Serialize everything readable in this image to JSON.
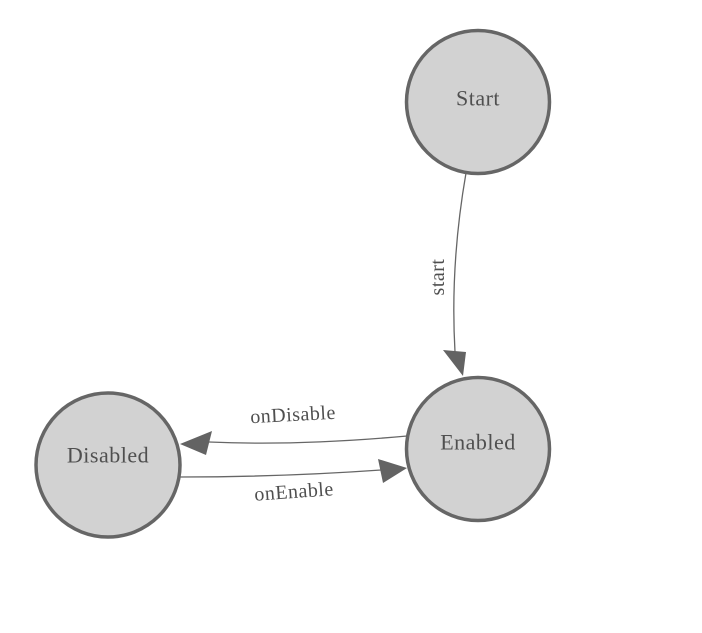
{
  "diagram": {
    "type": "state-machine-graph",
    "background": "#ffffff",
    "colors": {
      "background": "#ffffff",
      "node_fill": "#d2d2d2",
      "node_stroke": "#666666",
      "edge_stroke": "#666666",
      "arrow_fill": "#636363",
      "label_text": "#4f4f4f"
    },
    "nodes": [
      {
        "id": "start",
        "label": "Start"
      },
      {
        "id": "enabled",
        "label": "Enabled"
      },
      {
        "id": "disabled",
        "label": "Disabled"
      }
    ],
    "edges": [
      {
        "id": "start-to-enabled",
        "from": "Start",
        "to": "Enabled",
        "label": "start"
      },
      {
        "id": "enabled-to-disabled",
        "from": "Enabled",
        "to": "Disabled",
        "label": "onDisable"
      },
      {
        "id": "disabled-to-enabled",
        "from": "Disabled",
        "to": "Enabled",
        "label": "onEnable"
      }
    ]
  }
}
